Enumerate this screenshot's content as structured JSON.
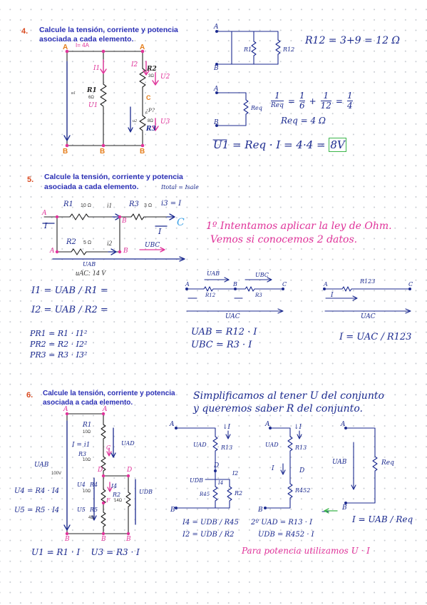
{
  "p4": {
    "num": "4.",
    "q1": "Calcule la tensión, corriente y potencia",
    "q2": "asociada a cada elemento.",
    "i_val": "I= 4A",
    "node_a": "A",
    "node_b": "B",
    "i1": "I1",
    "i2": "I2",
    "r2_label": "R2",
    "r2_val": "3Ω",
    "u2": "U2",
    "r1_label": "R1",
    "r1_val": "6Ω",
    "u1": "U1",
    "node_c": "C",
    "p_q": "¿P?",
    "r3_val": "8Ω",
    "r3_label": "R3",
    "u3": "U3",
    "u_gen": "u1",
    "u_r3": "u2",
    "eq_r12": "R12 = 3+9 = 12 Ω",
    "eq_req_frac": [
      "1",
      "Req",
      "=",
      "1",
      "6",
      "+",
      "1",
      "12",
      "=",
      "1",
      "4"
    ],
    "eq_req": "Req = 4 Ω",
    "eq_u": "U1 = Req · I = 4·4 =",
    "eq_u_res": "8V",
    "sch_r1": "R1",
    "sch_r12": "R12",
    "sch_req": "Req"
  },
  "p5": {
    "num": "5.",
    "q1": "Calcule la tensión, corriente y potencia",
    "q2": "asociada a cada elemento.",
    "note": "Itotal = Isale",
    "r1": "R1",
    "r1v": "10 Ω",
    "i1": "i1",
    "r3": "R3",
    "r3v": "3 Ω",
    "iout": "i3 = I",
    "r2": "R2",
    "r2v": "5 Ω",
    "i2": "i2",
    "nodeA": "A",
    "nodeB": "B",
    "nodeC": "C",
    "I": "I",
    "uab": "UAB",
    "ubc": "UBC",
    "uac": "uAC: 14 V",
    "pink1": "1º Intentamos aplicar la ley de Ohm.",
    "pink2": "Vemos si conocemos 2 datos.",
    "eq_i1": "I1 = UAB / R1 =",
    "eq_i2": "I2 = UAB / R2 =",
    "eq_p1": "PR1 = R1 · I1²",
    "eq_p2": "PR2 = R2 · I2²",
    "eq_p3": "PR3 = R3 · I3²",
    "eq_uab": "UAB = R12 · I",
    "eq_ubc": "UBC = R3 · I",
    "eq_I": "I = UAC / R123",
    "s2_r12": "R12",
    "s2_r3": "R3",
    "s2_uab": "UAB",
    "s2_ubc": "UBC",
    "s2_uac": "UAC",
    "s3_r123": "R123",
    "s3_uac": "UAC"
  },
  "p6": {
    "num": "6.",
    "q1": "Calcule la tensión, corriente y potencia",
    "q2": "asociada a cada elemento.",
    "r1": "R1",
    "r1v": "10Ω",
    "i1": "I = i1",
    "r3": "R3",
    "r3v": "10Ω",
    "r4": "R4",
    "r4v": "10Ω",
    "r5": "R5",
    "r5v": "4Ω",
    "r2": "R2",
    "r2v": "14Ω",
    "uab": "UAB",
    "v100": "100V",
    "uad": "UAD",
    "udb": "UDB",
    "u4": "U4",
    "i4": "I4",
    "u5": "U5",
    "left1": "U4 = R4 · I4",
    "left2": "U5 = R5 · I4",
    "bottom": "U1 = R1 · I    U3 = R3 · I",
    "simp1": "Simplificamos al tener U del conjunto",
    "simp2": "y queremos saber R del conjunto.",
    "c1_I": "↓I",
    "c1_r13": "R13",
    "c1_r45": "R45",
    "c1_r2": "R2",
    "c1_i2": "I2",
    "c1_i4": "I4",
    "c2_r13": "R13",
    "c2_r452": "R452",
    "c3_req": "Req",
    "eq_i4": "I4 = UDB / R45",
    "eq_i2": "I2 = UDB / R2",
    "eq_uad": "2º UAD = R13 · I",
    "eq_udb": "UDB = R452 · I",
    "eq_I": "I = UAB / Req",
    "pink": "Para potencia utilizamos U · I"
  }
}
